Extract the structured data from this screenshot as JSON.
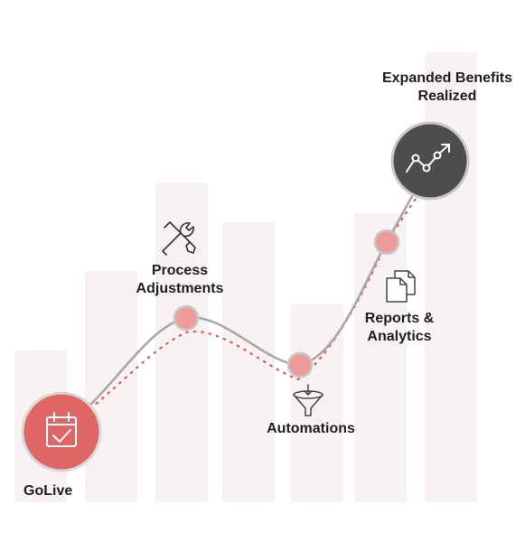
{
  "milestones": {
    "golive": {
      "label": "GoLive",
      "icon": "calendar-check-icon"
    },
    "process": {
      "line1": "Process",
      "line2": "Adjustments",
      "icon": "wrench-screwdriver-icon"
    },
    "automations": {
      "label": "Automations",
      "icon": "funnel-icon"
    },
    "reports": {
      "line1": "Reports &",
      "line2": "Analytics",
      "icon": "documents-icon"
    },
    "benefits": {
      "line1": "Expanded Benefits",
      "line2": "Realized",
      "icon": "trend-up-icon"
    }
  },
  "colors": {
    "accent": "#e06666",
    "node_fill": "#ee9b9b",
    "node_stroke": "#c8c8c8",
    "dark_node": "#4d4d4d",
    "bar_fill": "#f8f1f1",
    "curve": "#a8a8a8",
    "dotted": "#e05555"
  }
}
